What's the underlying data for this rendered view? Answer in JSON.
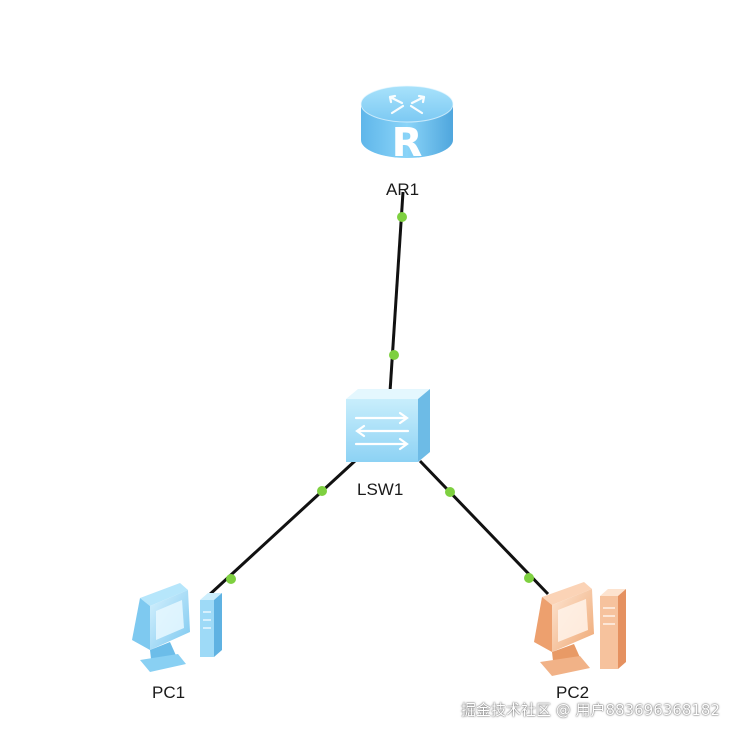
{
  "nodes": {
    "router": {
      "label": "AR1",
      "color": "#6fc6f2"
    },
    "switch": {
      "label": "LSW1",
      "color": "#8fd3f6"
    },
    "pc1": {
      "label": "PC1",
      "color": "#8fd6f8"
    },
    "pc2": {
      "label": "PC2",
      "color": "#f5b98e"
    }
  },
  "colors": {
    "link": "#111111",
    "port_dot": "#7ed040"
  },
  "watermark": "掘金技术社区 @ 用户883696368182"
}
